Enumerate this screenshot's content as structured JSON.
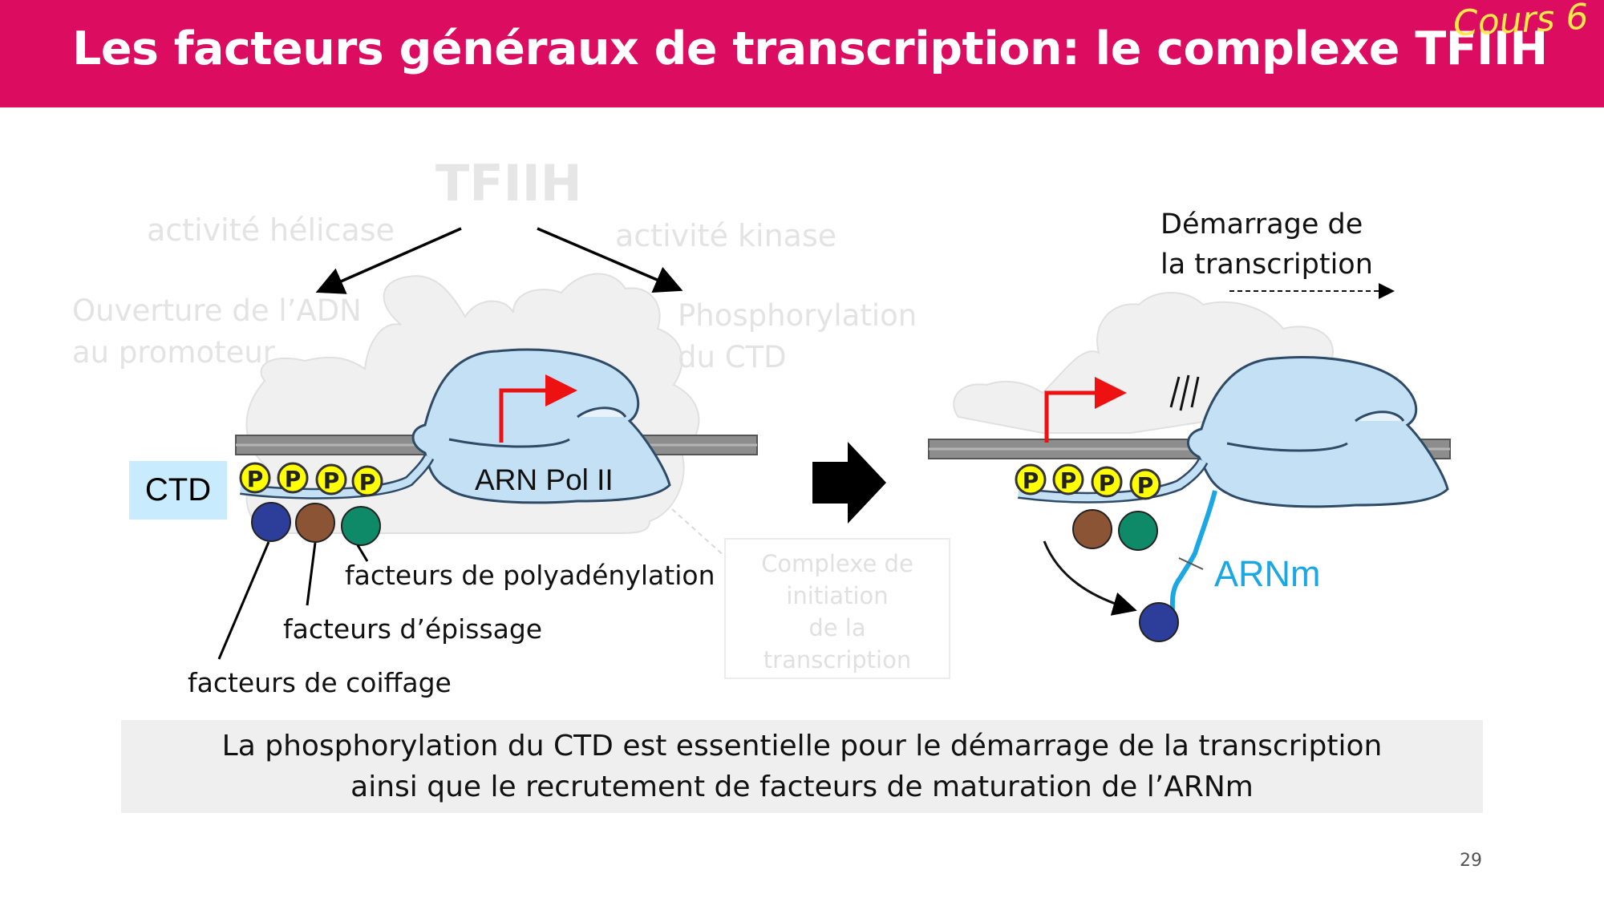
{
  "header": {
    "title": "Les facteurs généraux de transcription: le complexe TFIIH",
    "tag": "Cours 6",
    "background_color": "#dc0d61",
    "tag_color": "#ffe94a"
  },
  "diagram": {
    "tfiih_label": "TFIIH",
    "helicase_label": "activité hélicase",
    "kinase_label": "activité kinase",
    "ouverture_line1": "Ouverture de l’ADN",
    "ouverture_line2": "au promoteur",
    "phospho_line1": "Phosphorylation",
    "phospho_line2": "du CTD",
    "ctd_label": "CTD",
    "pol_label": "ARN Pol II",
    "phosphate_symbol": "P",
    "polya_label": "facteurs de polyadénylation",
    "epissage_label": "facteurs d’épissage",
    "coiffage_label": "facteurs de coiffage",
    "complex_line1": "Complexe de",
    "complex_line2": "initiation",
    "complex_line3": "de la",
    "complex_line4": "transcription",
    "demarrage_line1": "Démarrage de",
    "demarrage_line2": "la transcription",
    "arnm_label": "ARNm",
    "colors": {
      "polymerase": "#c3e0f4",
      "dna": "#888888",
      "promoter_arrow": "#ee1111",
      "phosphate": "#ffff00",
      "capping_factor": "#2c3e99",
      "splicing_factor": "#8b5434",
      "polya_factor": "#0f8a68",
      "mrna": "#1ba7e3"
    }
  },
  "caption": {
    "line1": "La phosphorylation du CTD est essentielle pour le démarrage de la transcription",
    "line2": "ainsi que le recrutement de facteurs de maturation de l’ARNm"
  },
  "page_number": "29"
}
